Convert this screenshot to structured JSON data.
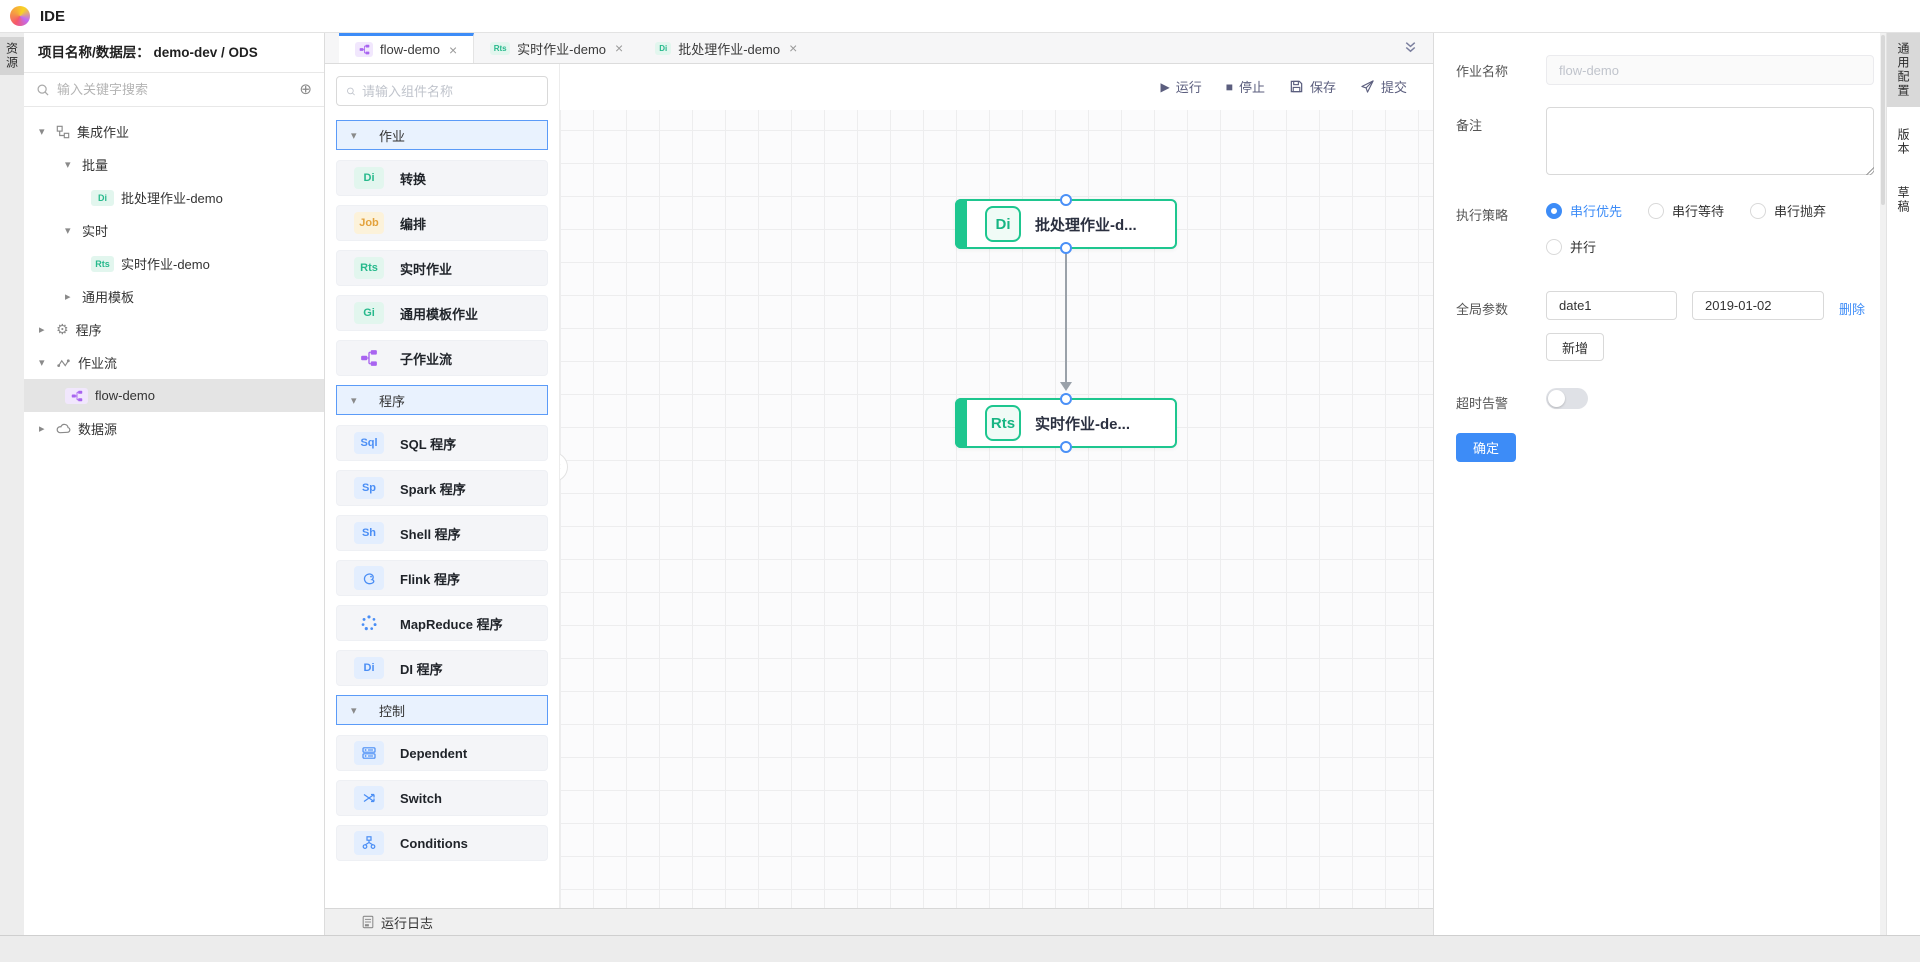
{
  "app": {
    "title": "IDE"
  },
  "left_strip": {
    "resources_tab": "资源"
  },
  "sidebar": {
    "header_prefix": "项目名称/数据层：",
    "header_value": "demo-dev / ODS",
    "search_placeholder": "输入关键字搜索",
    "tree": {
      "integration": "集成作业",
      "batch": "批量",
      "batch_job": "批处理作业-demo",
      "batch_job_badge": "Di",
      "realtime": "实时",
      "realtime_job": "实时作业-demo",
      "realtime_job_badge": "Rts",
      "template": "通用模板",
      "program": "程序",
      "flow_group": "作业流",
      "flow_item": "flow-demo",
      "datasource": "数据源"
    }
  },
  "tabs": {
    "flow": "flow-demo",
    "realtime": "实时作业-demo",
    "realtime_badge": "Rts",
    "batch": "批处理作业-demo",
    "batch_badge": "Di"
  },
  "palette": {
    "search_placeholder": "请输入组件名称",
    "section_job": "作业",
    "items_job": [
      {
        "badge": "Di",
        "label": "转换"
      },
      {
        "badge": "Job",
        "label": "编排"
      },
      {
        "badge": "Rts",
        "label": "实时作业"
      },
      {
        "badge": "Gi",
        "label": "通用模板作业"
      },
      {
        "label": "子作业流"
      }
    ],
    "section_program": "程序",
    "items_program": [
      {
        "badge": "Sql",
        "label": "SQL 程序"
      },
      {
        "badge": "Sp",
        "label": "Spark 程序"
      },
      {
        "badge": "Sh",
        "label": "Shell 程序"
      },
      {
        "label": "Flink 程序"
      },
      {
        "label": "MapReduce 程序"
      },
      {
        "badge": "Di",
        "label": "DI 程序"
      }
    ],
    "section_control": "控制",
    "items_control": [
      {
        "label": "Dependent"
      },
      {
        "label": "Switch"
      },
      {
        "label": "Conditions"
      }
    ]
  },
  "toolbar": {
    "run": "运行",
    "stop": "停止",
    "save": "保存",
    "submit": "提交"
  },
  "canvas": {
    "nodes": [
      {
        "badge": "Di",
        "label": "批处理作业-d..."
      },
      {
        "badge": "Rts",
        "label": "实时作业-de..."
      }
    ]
  },
  "bottom_bar": {
    "log": "运行日志"
  },
  "right_panel": {
    "job_name_label": "作业名称",
    "job_name_value": "flow-demo",
    "remark_label": "备注",
    "strategy_label": "执行策略",
    "strategies": [
      "串行优先",
      "串行等待",
      "串行抛弃",
      "并行"
    ],
    "selected_strategy": "串行优先",
    "params_label": "全局参数",
    "param_key": "date1",
    "param_value": "2019-01-02",
    "delete_link": "删除",
    "add_button": "新增",
    "timeout_label": "超时告警",
    "timeout_on": false,
    "confirm_button": "确定"
  },
  "right_strip": {
    "tabs": [
      "通用配置",
      "版本",
      "草稿"
    ],
    "active": "通用配置"
  },
  "colors": {
    "accent": "#3d8cf7",
    "node_green": "#1ec68f",
    "badge_teal": "#27b98c",
    "badge_amber": "#e3a23c",
    "badge_blue": "#4a8ef5",
    "badge_purple": "#a864f0",
    "toolbar_icon": "#5b5e7e"
  }
}
